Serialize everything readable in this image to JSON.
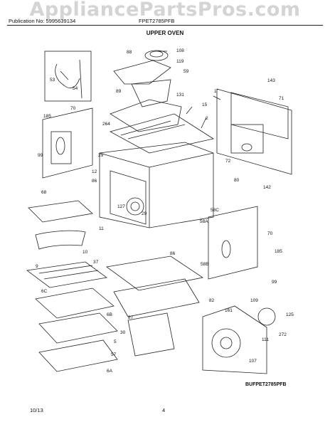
{
  "header": {
    "watermark": "AppliancePartsPros.com",
    "publication": "Publication No: 5995639134",
    "model": "FPET2785PFB",
    "title": "UPPER OVEN"
  },
  "diagram": {
    "code": "BUFPET2785PFB",
    "parts": [
      "53",
      "54",
      "88",
      "108",
      "119",
      "59",
      "143",
      "71",
      "1",
      "89",
      "131",
      "15",
      "185",
      "70",
      "2",
      "264",
      "99",
      "29",
      "12",
      "72",
      "127",
      "142",
      "80",
      "68",
      "11",
      "58C",
      "58A",
      "86",
      "70",
      "37",
      "10",
      "185",
      "9",
      "58B",
      "6C",
      "82",
      "99",
      "161",
      "109",
      "6B",
      "87",
      "125",
      "111",
      "272",
      "5",
      "57",
      "107",
      "6A",
      "30"
    ]
  },
  "footer": {
    "date": "10/13",
    "page": "4"
  }
}
